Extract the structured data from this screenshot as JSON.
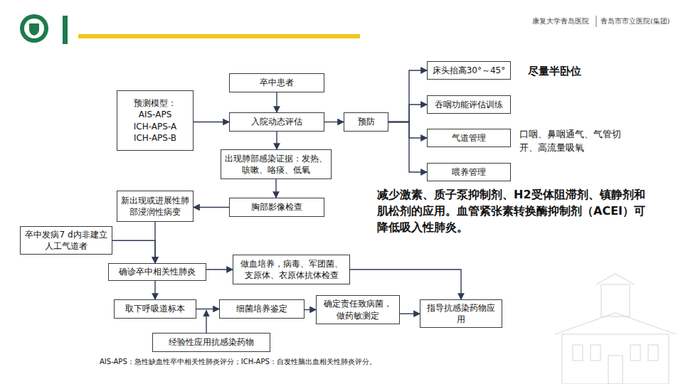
{
  "diagram": {
    "nodes": [
      {
        "text": [
          "卒中患者"
        ]
      },
      {
        "text": [
          "预测模型：",
          "AIS-APS",
          "ICH-APS-A",
          "ICH-APS-B"
        ]
      },
      {
        "text": [
          "入院动态评估"
        ]
      },
      {
        "text": [
          "预防"
        ]
      },
      {
        "text": [
          "床头抬高30°～45°"
        ]
      },
      {
        "text": [
          "吞咽功能评估训练"
        ]
      },
      {
        "text": [
          "气道管理"
        ]
      },
      {
        "text": [
          "喂养管理"
        ]
      },
      {
        "text": [
          "出现肺部感染证据：发热、咳嗽、咯痰、低氧"
        ]
      },
      {
        "text": [
          "新出现或进展性肺部浸润性病变"
        ]
      },
      {
        "text": [
          "胸部影像检查"
        ]
      },
      {
        "text": [
          "卒中发病7 d内非建立人工气道者"
        ]
      },
      {
        "text": [
          "确诊卒中相关性肺炎"
        ]
      },
      {
        "text": [
          "做血培养，病毒、军团菌、支原体、衣原体抗体检查"
        ]
      },
      {
        "text": [
          "取下呼吸道标本"
        ]
      },
      {
        "text": [
          "细菌培养鉴定"
        ]
      },
      {
        "text": [
          "确定责任致病菌，做药敏测定"
        ]
      },
      {
        "text": [
          "指导抗感染药物应用"
        ]
      },
      {
        "text": [
          "经验性应用抗感染药物"
        ]
      }
    ],
    "edges": [
      {
        "from": 0,
        "to": 2,
        "arrow": "to"
      },
      {
        "from": 1,
        "to": 2,
        "arrow": "to"
      },
      {
        "from": 2,
        "to": 3,
        "arrow": "to"
      },
      {
        "from": 3,
        "to": 4,
        "arrow": "to"
      },
      {
        "from": 3,
        "to": 5,
        "arrow": "to"
      },
      {
        "from": 3,
        "to": 6,
        "arrow": "to"
      },
      {
        "from": 3,
        "to": 7,
        "arrow": "to"
      },
      {
        "from": 2,
        "to": 8,
        "arrow": "to"
      },
      {
        "from": 8,
        "to": 10,
        "arrow": "to"
      },
      {
        "from": 10,
        "to": 9,
        "arrow": "to"
      },
      {
        "from": 9,
        "to": 12,
        "arrow": "to"
      },
      {
        "from": 11,
        "to": 12,
        "arrow": "to"
      },
      {
        "from": 12,
        "to": 13,
        "arrow": "to"
      },
      {
        "from": 13,
        "to": 17,
        "arrow": "to"
      },
      {
        "from": 12,
        "to": 14,
        "arrow": "to"
      },
      {
        "from": 14,
        "to": 15,
        "arrow": "to"
      },
      {
        "from": 15,
        "to": 16,
        "arrow": "to"
      },
      {
        "from": 16,
        "to": 17,
        "arrow": "to"
      },
      {
        "from": 18,
        "to": 15,
        "arrow": "to"
      }
    ],
    "labels": [
      "尽量半卧位",
      "口咽、鼻咽通气、气管切开、高流量吸氧",
      "减少激素、质子泵抑制剂、H2受体阻滞剂、镇静剂和肌松剂的应用。血管紧张素转换酶抑制剂（ACEI）可降低吸入性肺炎。",
      "AIS-APS：急性缺血性卒中相关性肺炎评分；ICH-APS：自发性脑出血相关性肺炎评分。",
      "康复大学青岛医院",
      "青岛市市立医院(集团)"
    ]
  }
}
